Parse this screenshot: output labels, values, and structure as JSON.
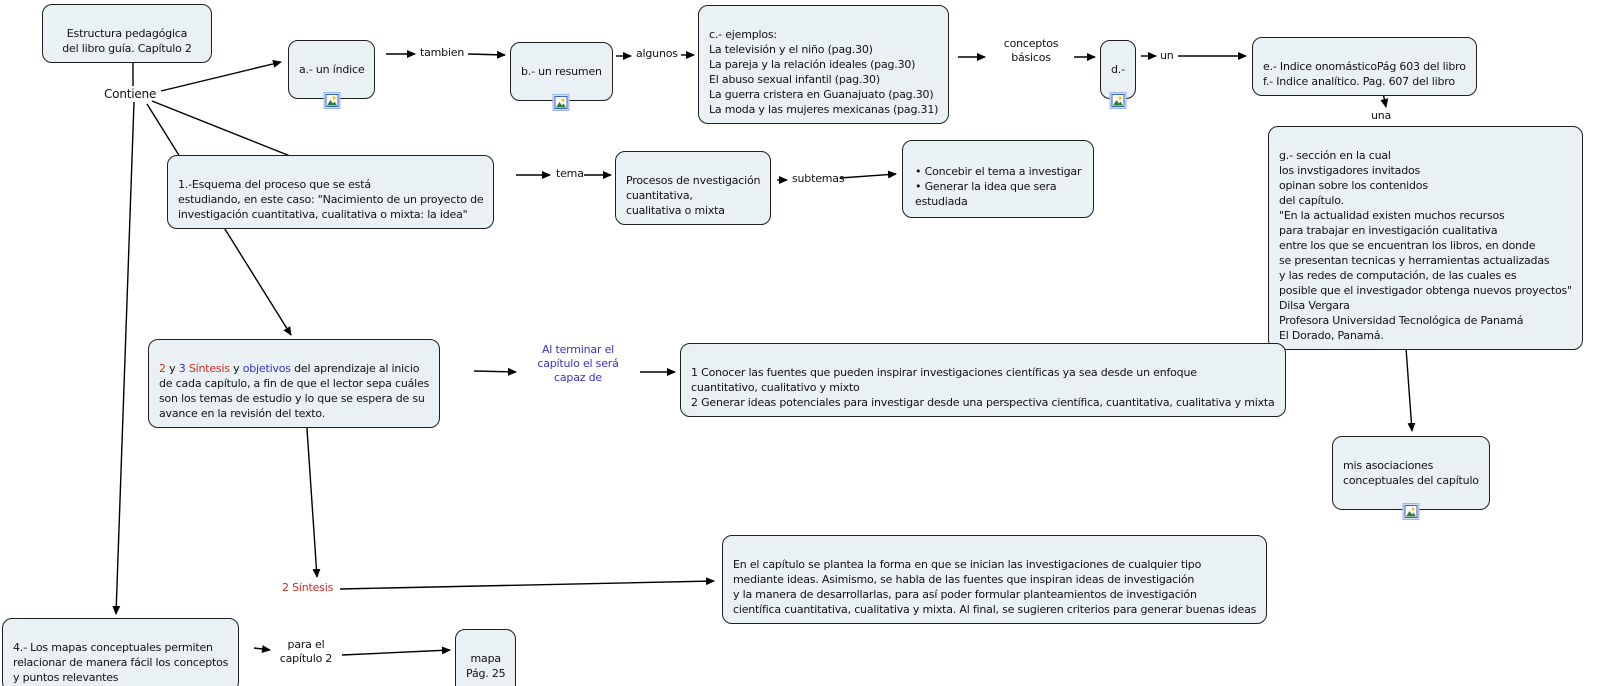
{
  "colors": {
    "background": "#ffffff",
    "node_fill": "#eaf1f4",
    "node_border": "#1f1f1f",
    "connector": "#000000",
    "accent_red": "#d42a22",
    "accent_blue": "#3333cc"
  },
  "icons": {
    "resource": "image-resource-icon"
  },
  "nodes": {
    "title": {
      "text": "Estructura pedagógica\ndel libro guía. Capítulo 2"
    },
    "indice": {
      "text": "a.- un índice"
    },
    "resumen": {
      "text": "b.- un resumen"
    },
    "ejemplos": {
      "text": "c.- ejemplos:\nLa televisión y el niño (pag.30)\nLa pareja y la relación ideales (pag.30)\nEl abuso sexual infantil (pag.30)\nLa guerra cristera en Guanajuato (pag.30)\nLa moda y las mujeres mexicanas (pag.31)"
    },
    "d_node": {
      "text": "d.-"
    },
    "indices_ef": {
      "text": "e.- Indice onomásticoPág 603 del libro\nf.- Indice analítico. Pag. 607 del libro"
    },
    "seccion_g": {
      "text": "g.- sección en la cual\nlos invstigadores invitados\nopinan sobre los contenidos\ndel capítulo.\n\"En la actualidad existen muchos recursos\npara trabajar en investigación cualitativa\nentre los que se encuentran los libros, en donde\nse presentan tecnicas y herramientas actualizadas\ny las redes de computación, de las cuales es\nposible que el investigador obtenga nuevos proyectos\"\nDilsa Vergara\nProfesora Universidad Tecnológica de Panamá\nEl Dorado, Panamá."
    },
    "asociaciones": {
      "text": "mis asociaciones\nconceptuales del capítulo"
    },
    "esquema": {
      "text": "1.-Esquema del proceso que se está\nestudiando, en este caso: \"Nacimiento de un proyecto de\ninvestigación cuantitativa, cualitativa o mixta: la idea\""
    },
    "procesos": {
      "text": "Procesos de nvestigación\ncuantitativa,\ncualitativa o mixta"
    },
    "concebir": {
      "text": "• Concebir el tema a investigar\n• Generar la idea que sera\nestudiada"
    },
    "sintesis_obj": {
      "seg_2": "2",
      "seg_y1": " y ",
      "seg_3": "3",
      "seg_sintesis": " Síntesis",
      "seg_y2": " y ",
      "seg_objetivos": "objetivos",
      "seg_rest": " del aprendizaje al inicio\nde cada capítulo, a fin de que el lector sepa cuáles\nson los temas de estudio y lo que se espera de su\navance en la revisión del texto."
    },
    "conocer": {
      "text": "1 Conocer las fuentes que pueden inspirar investigaciones científicas ya sea desde un enfoque\ncuantitativo, cualitativo y mixto\n2 Generar ideas potenciales para investigar desde una perspectiva científica, cuantitativa, cualitativa y mixta"
    },
    "en_capitulo": {
      "text": "En el capítulo se plantea la forma en que se inician las investigaciones de cualquier tipo\nmediante ideas. Asimismo, se habla de las fuentes que inspiran ideas de investigación\ny la manera de desarrollarlas, para así poder formular planteamientos de investigación\ncientífica cuantitativa, cualitativa y mixta. Al final, se sugieren criterios para generar buenas ideas"
    },
    "mapas": {
      "text": "4.- Los mapas conceptuales permiten\nrelacionar de manera fácil los conceptos\ny puntos relevantes"
    },
    "mapa_pag": {
      "text": "mapa\nPág. 25"
    }
  },
  "links": {
    "contiene": "Contiene",
    "tambien": "tambien",
    "algunos": "algunos",
    "conceptos_basicos": "conceptos\nbásicos",
    "un": "un",
    "una": "una",
    "tema": "tema",
    "subtemas": "subtemas",
    "al_terminar": "Al terminar el\ncapítulo el será\ncapaz de",
    "sintesis2": "2 Síntesis",
    "para_el": "para el\ncapítulo 2"
  }
}
